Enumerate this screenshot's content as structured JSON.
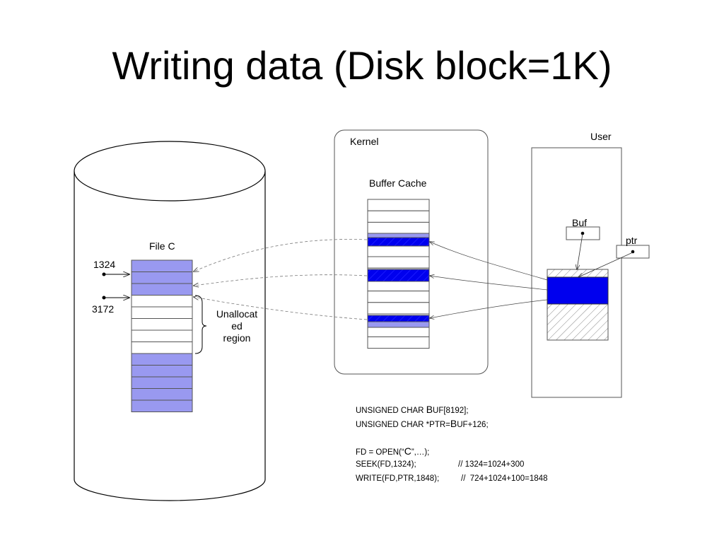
{
  "title": "Writing data (Disk block=1K)",
  "disk": {
    "file_label": "File C",
    "offset_start": "1324",
    "offset_end": "3172",
    "unallocated_label_lines": [
      "Unallocat",
      "ed",
      "region"
    ]
  },
  "kernel": {
    "label": "Kernel",
    "buffer_cache_label": "Buffer Cache"
  },
  "user": {
    "label": "User",
    "buf_label": "Buf",
    "ptr_label": "ptr"
  },
  "code": {
    "line1": {
      "a": "UNSIGNED CHAR ",
      "b": "B",
      "c": "UF[8192];"
    },
    "line2": {
      "a": "UNSIGNED CHAR *PTR=",
      "b": "B",
      "c": "UF+126;"
    },
    "line4": {
      "a": "FD = OPEN(“",
      "b": "C",
      "c": "”,…);"
    },
    "line5": {
      "a": "SEEK(FD,1324);",
      "comment": "// 1324=1024+300"
    },
    "line6": {
      "a": "WRITE(FD,PTR,1848);",
      "comment": "//  724+1024+100=1848"
    }
  },
  "colors": {
    "allocated_block": "#9999f0",
    "written_block": "#0000ee",
    "outline": "#555555"
  }
}
